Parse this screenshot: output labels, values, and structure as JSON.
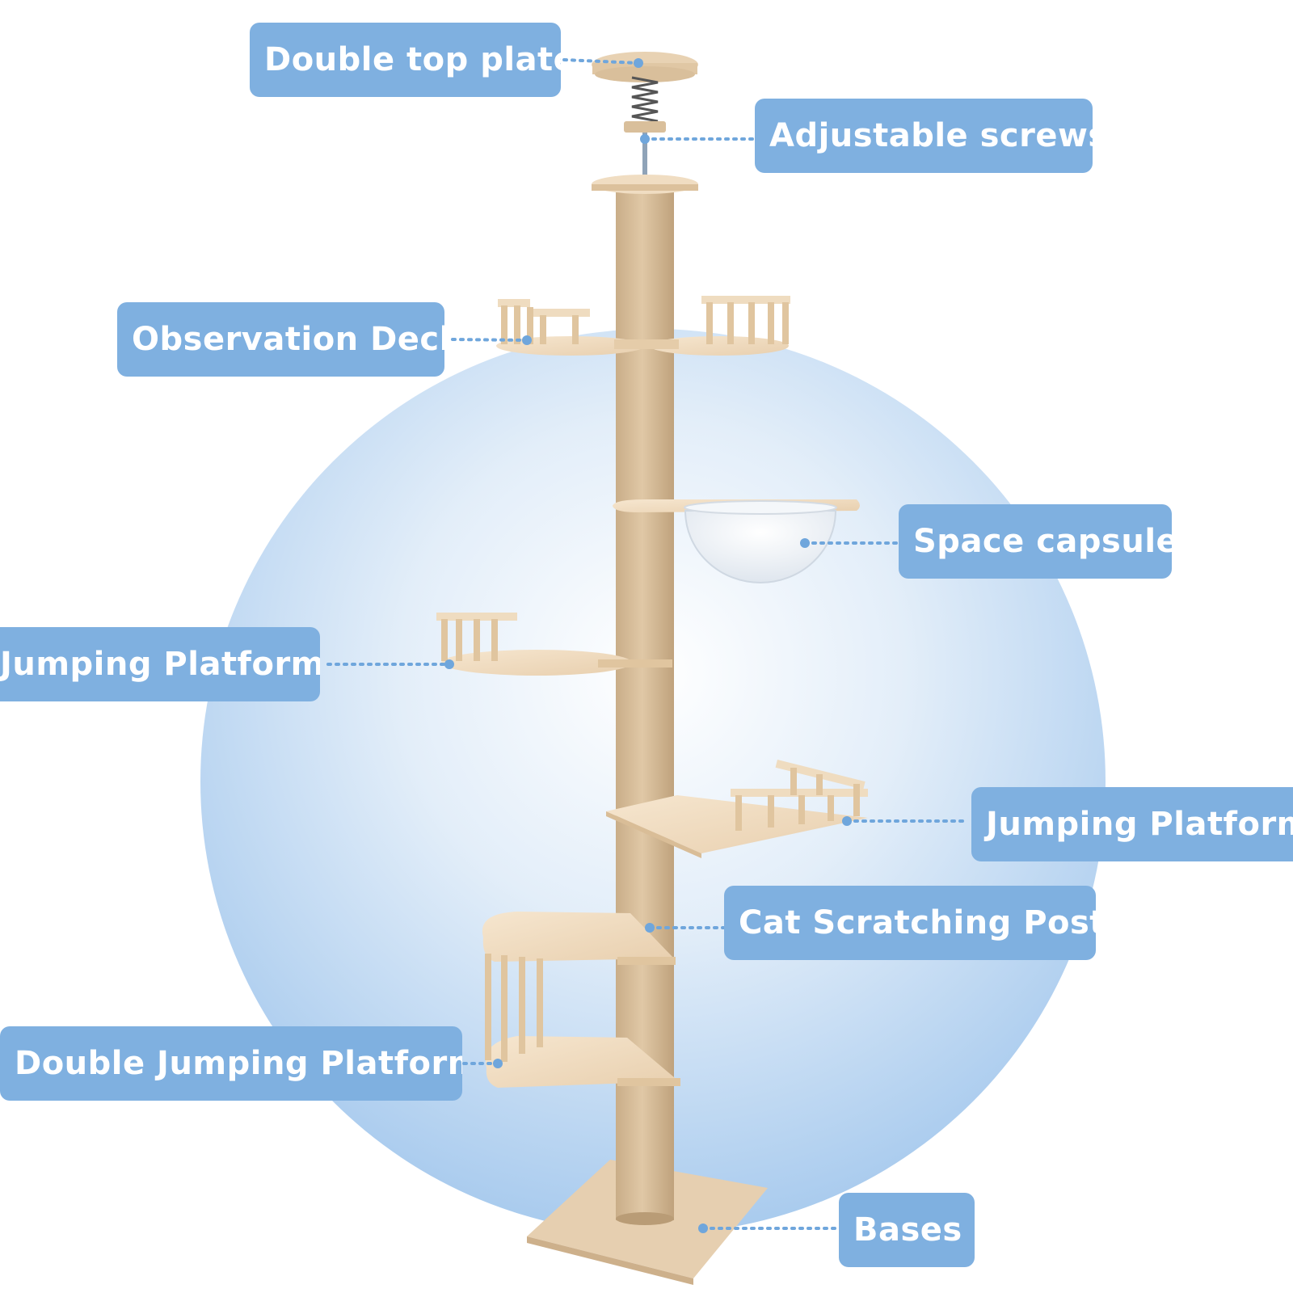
{
  "labels": {
    "double_top_plate": "Double top plate",
    "adjustable_screws": "Adjustable screws",
    "observation_deck": "Observation Deck",
    "space_capsule": "Space capsule",
    "jumping_platform_left": "Jumping Platform",
    "jumping_platform_right": "Jumping Platform",
    "cat_scratching_post": "Cat Scratching Post",
    "double_jumping_platform": "Double Jumping Platform",
    "bases": "Bases"
  },
  "colors": {
    "label_bg": "#7fb0e0",
    "label_text": "#ffffff",
    "leader": "#6fa6dc",
    "wood": "#f1dcc0",
    "sisal": "#d8bf9c",
    "background_circle": "#bcd7f1"
  }
}
